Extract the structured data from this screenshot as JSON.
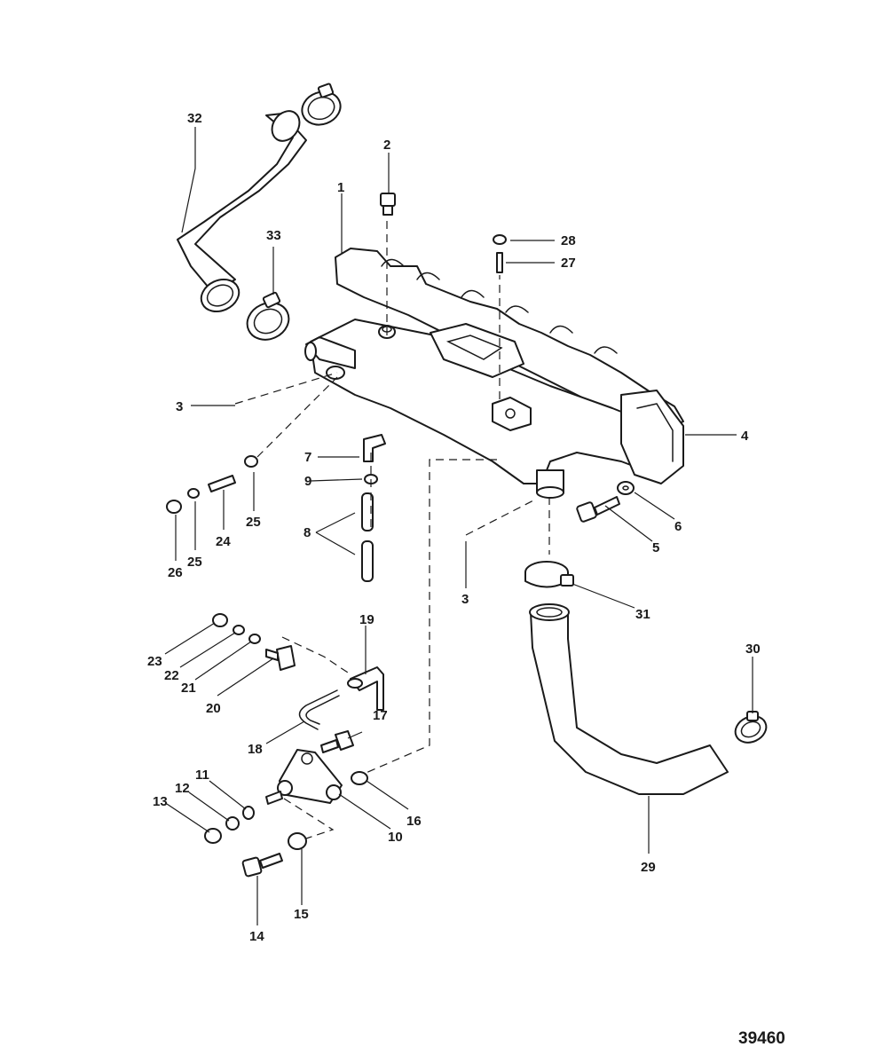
{
  "figure_number": "39460",
  "callouts": [
    "1",
    "2",
    "3",
    "3",
    "4",
    "5",
    "6",
    "7",
    "8",
    "9",
    "10",
    "11",
    "12",
    "13",
    "14",
    "15",
    "16",
    "17",
    "18",
    "19",
    "20",
    "21",
    "22",
    "23",
    "24",
    "25",
    "25",
    "26",
    "27",
    "28",
    "29",
    "30",
    "31",
    "32",
    "33"
  ],
  "colors": {
    "ink": "#1a1a1a",
    "paper": "#ffffff"
  }
}
